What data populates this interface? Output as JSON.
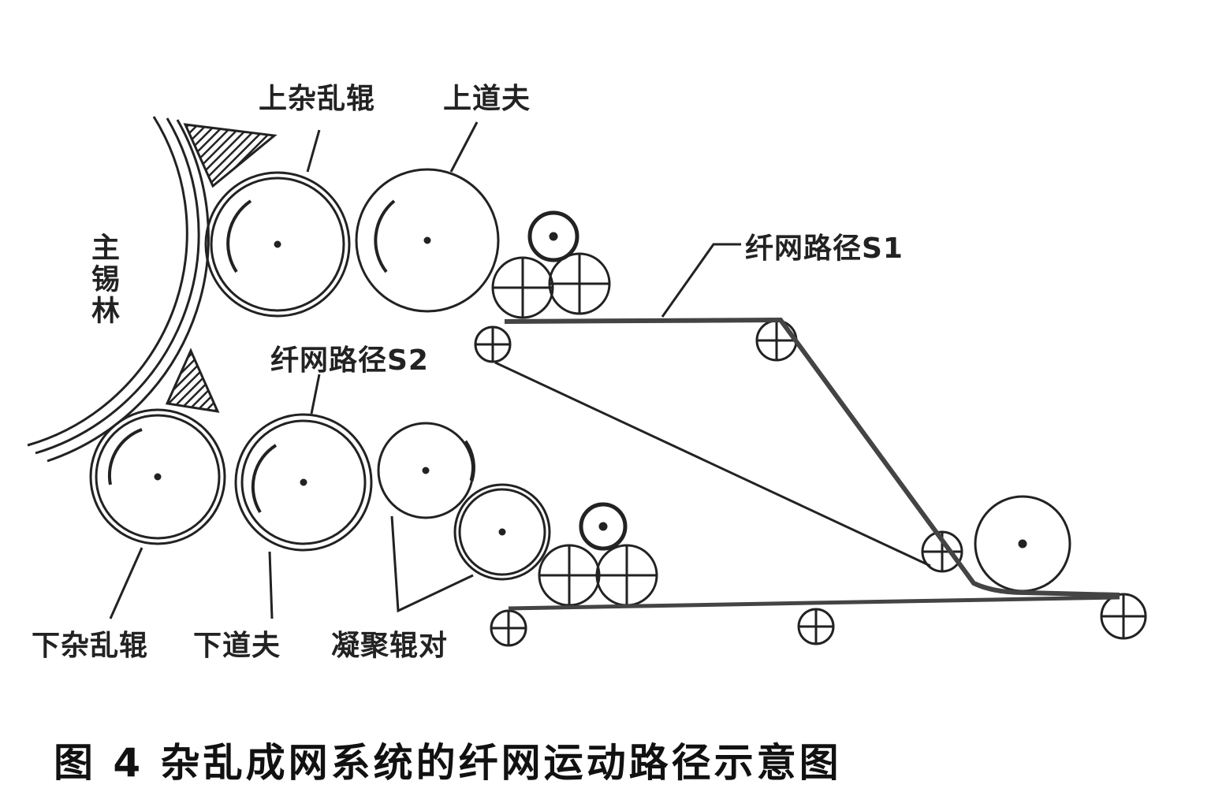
{
  "labels": {
    "upper_random_roller": "上杂乱辊",
    "upper_doffer": "上道夫",
    "main_cylinder": "主锡林",
    "web_path_s2": "纤网路径S2",
    "web_path_s1": "纤网路径S1",
    "lower_random_roller": "下杂乱辊",
    "lower_doffer": "下道夫",
    "condensing_roller_pair": "凝聚辊对"
  },
  "caption": "图 4  杂乱成网系统的纤网运动路径示意图"
}
